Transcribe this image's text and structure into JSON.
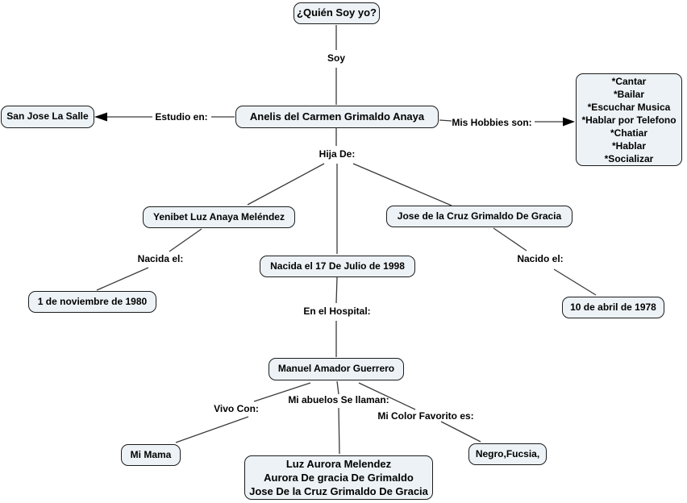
{
  "diagram": {
    "type": "concept-map",
    "title": "¿Quién Soy yo?"
  },
  "colors": {
    "background": "#ffffff",
    "node_fill": "#ecf2f5",
    "node_border": "#1c1c1c",
    "connector_line": "#3a3a3a",
    "arrowhead": "#000000",
    "text": "#000000"
  },
  "nodes": {
    "question": {
      "label": "¿Quién Soy yo?"
    },
    "person": {
      "label": "Anelis del Carmen Grimaldo Anaya"
    },
    "school": {
      "label": "San Jose La Salle"
    },
    "hobbies": {
      "lines": [
        "*Cantar",
        "*Bailar",
        "*Escuchar Musica",
        "*Hablar por Telefono",
        "*Chatiar",
        "*Hablar",
        "*Socializar"
      ]
    },
    "mother": {
      "label": "Yenibet Luz Anaya Meléndez"
    },
    "father": {
      "label": "Jose de la Cruz Grimaldo De Gracia"
    },
    "birth": {
      "label": "Nacida el 17 De Julio de 1998"
    },
    "mother_birth": {
      "label": "1 de noviembre de 1980"
    },
    "father_birth": {
      "label": "10 de abril de 1978"
    },
    "hospital": {
      "label": "Manuel Amador Guerrero"
    },
    "mama": {
      "label": "Mi Mama"
    },
    "grandparents": {
      "lines": [
        "Luz Aurora Melendez",
        "Aurora De gracia De Grimaldo",
        "Jose De la Cruz Grimaldo De Gracia"
      ]
    },
    "favorite_color": {
      "label": "Negro,Fucsia,"
    }
  },
  "edge_labels": {
    "soy": "Soy",
    "estudio": "Estudio en:",
    "hobbies": "Mis Hobbies son:",
    "hija": "Hija De:",
    "nacida": "Nacida el:",
    "nacido": "Nacido el:",
    "hospital": "En el Hospital:",
    "vivo": "Vivo Con:",
    "abuelos": "Mi abuelos Se llaman:",
    "color": "Mi Color Favorito es:"
  }
}
